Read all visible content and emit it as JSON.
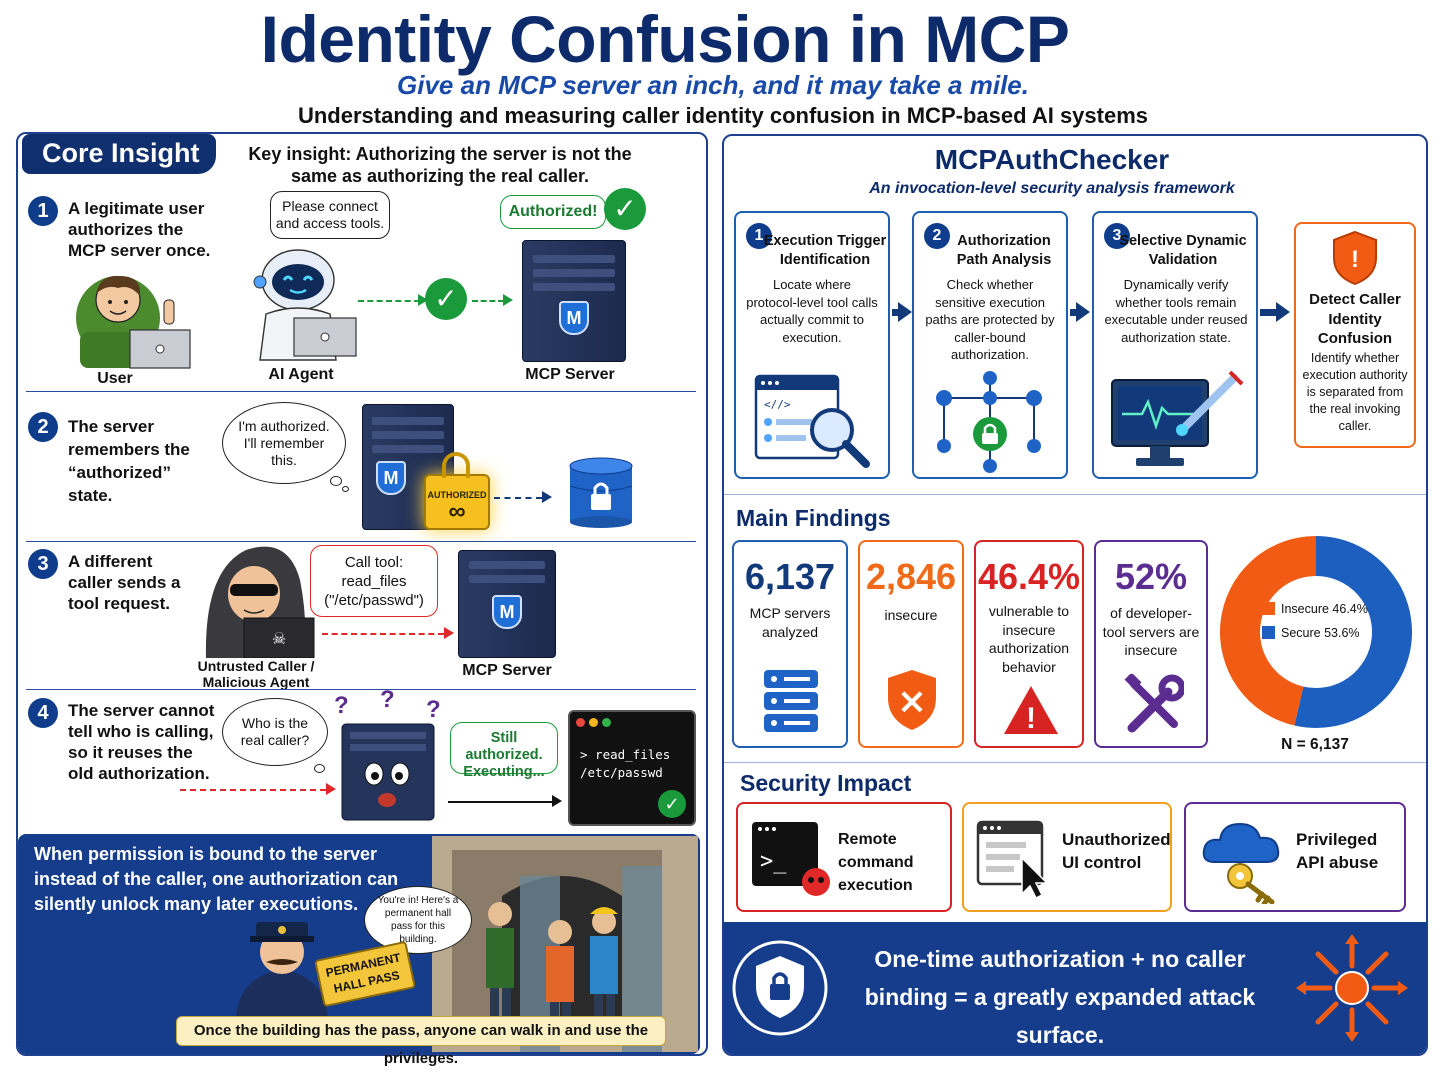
{
  "header": {
    "title": "Identity Confusion in MCP",
    "subtitle": "Give an MCP server an inch, and it may take a mile.",
    "tagline": "Understanding and measuring caller identity confusion in MCP-based AI systems"
  },
  "core": {
    "tab": "Core Insight",
    "key_insight": "Key insight: Authorizing the server is not the same as authorizing the real caller.",
    "steps": [
      {
        "num": "1",
        "text": "A legitimate user authorizes the MCP server once."
      },
      {
        "num": "2",
        "text": "The server remembers the “authorized” state."
      },
      {
        "num": "3",
        "text": "A different caller sends a tool request."
      },
      {
        "num": "4",
        "text": "The server cannot tell who is calling, so it reuses the old authorization."
      }
    ],
    "step1": {
      "bubble": "Please connect and access tools.",
      "authorized": "Authorized!",
      "user_label": "User",
      "agent_label": "AI Agent",
      "server_label": "MCP Server",
      "server_glyph": "M"
    },
    "step2": {
      "cloud": "I'm authorized. I'll remember this.",
      "lock_label": "AUTHORIZED",
      "lock_glyph": "∞"
    },
    "step3": {
      "bubble": "Call tool: read_files (\"/etc/passwd\")",
      "caller_label": "Untrusted Caller / Malicious Agent",
      "server_label": "MCP Server"
    },
    "step4": {
      "cloud": "Who is the real caller?",
      "bubble": "Still authorized. Executing...",
      "terminal": "> read_files /etc/passwd",
      "question_mark": "?"
    },
    "analogy": {
      "text": "When permission is bound to the server instead of the caller, one authorization can silently unlock many later executions.",
      "guard_bubble": "You're in! Here's a permanent hall pass for this building.",
      "pass": "PERMANENT HALL PASS",
      "banner": "Once the building has the pass, anyone can walk in and use the privileges."
    }
  },
  "checker": {
    "title": "MCPAuthChecker",
    "subtitle": "An invocation-level security analysis framework",
    "steps": [
      {
        "num": "1",
        "title": "Execution Trigger Identification",
        "desc": "Locate where protocol-level tool calls actually commit to execution."
      },
      {
        "num": "2",
        "title": "Authorization Path Analysis",
        "desc": "Check whether sensitive execution paths are protected by caller-bound authorization."
      },
      {
        "num": "3",
        "title": "Selective Dynamic Validation",
        "desc": "Dynamically verify whether tools remain executable under reused authorization state."
      }
    ],
    "detect": {
      "title": "Detect Caller Identity Confusion",
      "desc": "Identify whether execution authority is separated from the real invoking caller."
    },
    "code_glyph": "<//>",
    "shield_glyph": "!"
  },
  "findings": {
    "title": "Main Findings",
    "stats": [
      {
        "value": "6,137",
        "label": "MCP servers analyzed",
        "color": "#123a7a"
      },
      {
        "value": "2,846",
        "label": "insecure",
        "color": "#f06a1a"
      },
      {
        "value": "46.4%",
        "label": "vulnerable to insecure authorization behavior",
        "color": "#d82323"
      },
      {
        "value": "52%",
        "label": "of developer-tool servers are insecure",
        "color": "#5b2d91"
      }
    ],
    "icons": {
      "shield_x": "×",
      "warning": "!"
    },
    "chart_data": {
      "type": "pie",
      "categories": [
        "Insecure",
        "Secure"
      ],
      "values": [
        46.4,
        53.6
      ],
      "colors": [
        "#f25b14",
        "#1c5fbe"
      ],
      "labels": [
        "Insecure 46.4%",
        "Secure 53.6%"
      ],
      "note": "N = 6,137"
    }
  },
  "impact": {
    "title": "Security Impact",
    "items": [
      {
        "label": "Remote command execution",
        "color": "#d82323",
        "glyph": ">_"
      },
      {
        "label": "Unauthorized UI control",
        "color": "#f0a020"
      },
      {
        "label": "Privileged API abuse",
        "color": "#5b2d91"
      }
    ]
  },
  "conclusion": {
    "text": "One-time authorization + no caller binding = a greatly expanded attack surface."
  }
}
